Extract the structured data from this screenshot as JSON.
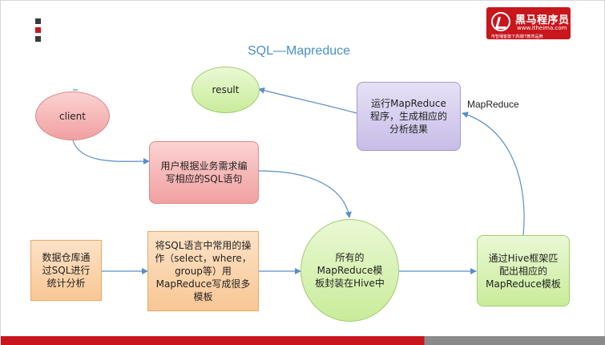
{
  "title": "SQL—Mapreduce",
  "logo": {
    "brand": "黑马程序员",
    "url": "www.itheima.com",
    "slogan": "传智播客旗下高端IT教育品牌"
  },
  "colors": {
    "accent": "#c8161d",
    "title": "#4a90c8",
    "arrow": "#5b8fc7"
  },
  "nodes": {
    "client": "client",
    "result": "result",
    "write_sql": "用户根据业务需求编写相应的SQL语句",
    "run_mr": "运行MapReduce程序，生成相应的分析结果",
    "dw": "数据仓库通过SQL进行统计分析",
    "templates": "将SQL语言中常用的操作（select，where，group等）用MapReduce写成很多模板",
    "hive": "所有的MapReduce模板封装在Hive中",
    "match": "通过Hive框架匹配出相应的MapReduce模板"
  },
  "edge_labels": {
    "mapreduce": "MapReduce"
  }
}
